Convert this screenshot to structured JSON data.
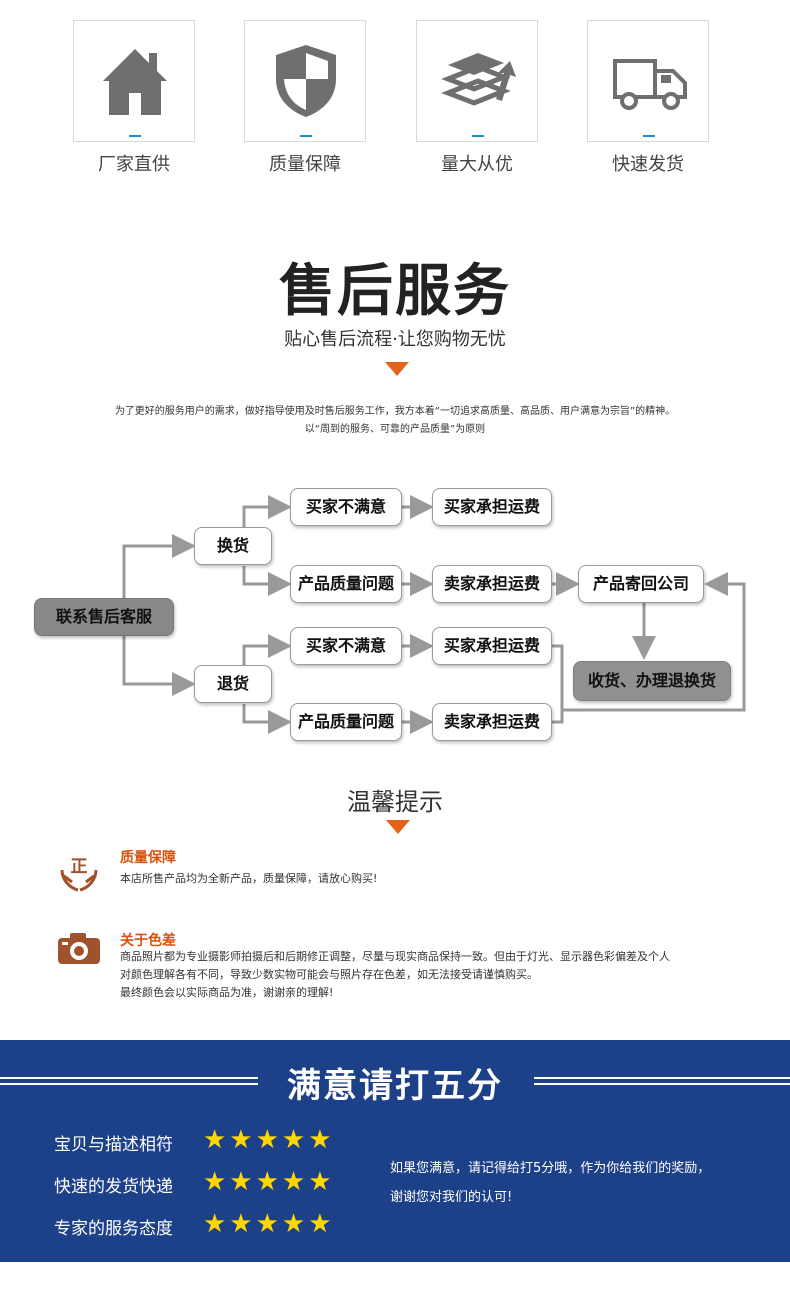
{
  "features": [
    {
      "label": "厂家直供",
      "icon": "house-icon"
    },
    {
      "label": "质量保障",
      "icon": "shield-icon"
    },
    {
      "label": "量大从优",
      "icon": "layers-icon"
    },
    {
      "label": "快速发货",
      "icon": "truck-icon"
    }
  ],
  "service": {
    "title": "售后服务",
    "subtitle": "贴心售后流程·让您购物无忧",
    "desc_line1": "为了更好的服务用户的需求，做好指导使用及时售后服务工作，我方本着“一切追求高质量、高品质、用户满意为宗旨”的精神。",
    "desc_line2": "以“周到的服务、可靠的产品质量”为原则"
  },
  "flow": {
    "contact": "联系售后客服",
    "exchange": "换货",
    "return": "退货",
    "buyer_unsatisfied": "买家不满意",
    "product_issue": "产品质量问题",
    "buyer_pays": "买家承担运费",
    "seller_pays": "卖家承担运费",
    "send_back": "产品寄回公司",
    "receive": "收货、办理退换货"
  },
  "tips": {
    "title": "温馨提示",
    "quality_title": "质量保障",
    "quality_text": "本店所售产品均为全新产品，质量保障，请放心购买!",
    "color_title": "关于色差",
    "color_text_1": "商品照片都为专业摄影师拍摄后和后期修正调整，尽量与现实商品保持一致。但由于灯光、显示器色彩偏差及个人",
    "color_text_2": "对颜色理解各有不同，导致少数实物可能会与照片存在色差，如无法接受请谨慎购买。",
    "color_text_3": "最终颜色会以实际商品为准，谢谢亲的理解!",
    "quality_icon_char": "正"
  },
  "rating": {
    "title": "满意请打五分",
    "items": [
      {
        "label": "宝贝与描述相符",
        "stars": "★★★★★"
      },
      {
        "label": "快速的发货快递",
        "stars": "★★★★★"
      },
      {
        "label": "专家的服务态度",
        "stars": "★★★★★"
      }
    ],
    "thanks_1": "如果您满意，请记得给打5分哦，作为你给我们的奖励，",
    "thanks_2": "谢谢您对我们的认可!"
  },
  "colors": {
    "accent": "#e2631a",
    "banner": "#1d4189",
    "link_blue": "#1a8cd8"
  }
}
